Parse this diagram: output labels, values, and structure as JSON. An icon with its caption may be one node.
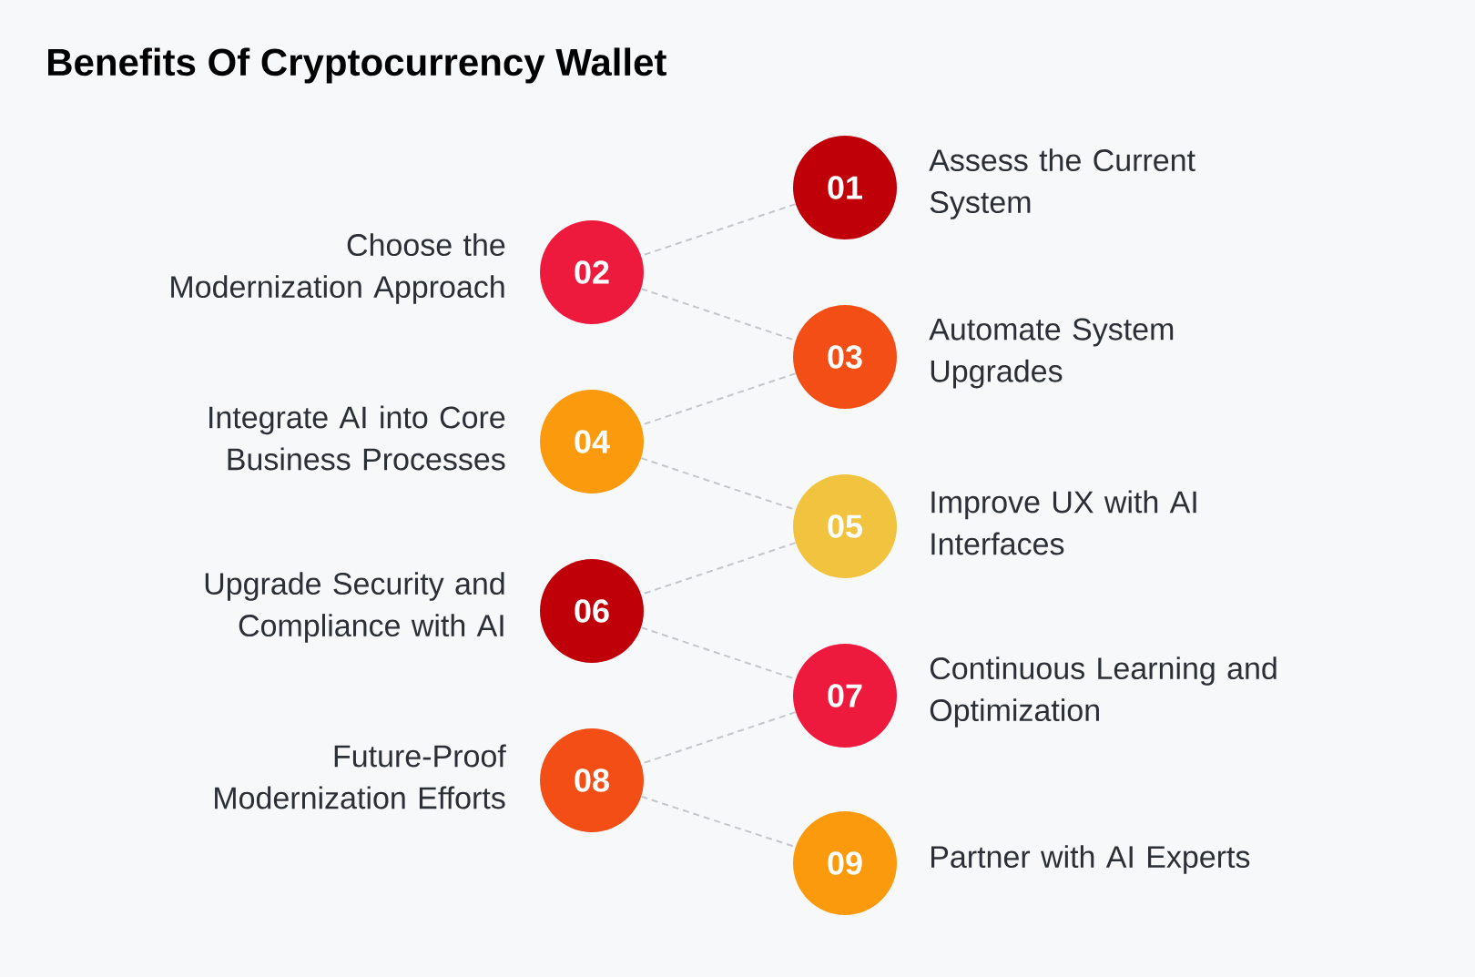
{
  "diagram": {
    "title": "Benefits Of Cryptocurrency Wallet",
    "nodes": [
      {
        "text": [
          "01"
        ],
        "beside": [
          "Assess the Current System"
        ]
      },
      {
        "text": [
          "02"
        ],
        "beside": [
          "Choose the Modernization Approach"
        ]
      },
      {
        "text": [
          "03"
        ],
        "beside": [
          "Automate System Upgrades"
        ]
      },
      {
        "text": [
          "04"
        ],
        "beside": [
          "Integrate AI into Core Business Processes"
        ]
      },
      {
        "text": [
          "05"
        ],
        "beside": [
          "Improve UX with AI Interfaces"
        ]
      },
      {
        "text": [
          "06"
        ],
        "beside": [
          "Upgrade Security and Compliance with AI"
        ]
      },
      {
        "text": [
          "07"
        ],
        "beside": [
          "Continuous Learning and Optimization"
        ]
      },
      {
        "text": [
          "08"
        ],
        "beside": [
          "Future-Proof Modernization Efforts"
        ]
      },
      {
        "text": [
          "09"
        ],
        "beside": [
          "Partner with AI Experts"
        ]
      }
    ],
    "edges": [
      {
        "from": 0,
        "to": 1,
        "arrow": "none",
        "style": "dashed"
      },
      {
        "from": 1,
        "to": 2,
        "arrow": "none",
        "style": "dashed"
      },
      {
        "from": 2,
        "to": 3,
        "arrow": "none",
        "style": "dashed"
      },
      {
        "from": 3,
        "to": 4,
        "arrow": "none",
        "style": "dashed"
      },
      {
        "from": 4,
        "to": 5,
        "arrow": "none",
        "style": "dashed"
      },
      {
        "from": 5,
        "to": 6,
        "arrow": "none",
        "style": "dashed"
      },
      {
        "from": 6,
        "to": 7,
        "arrow": "none",
        "style": "dashed"
      },
      {
        "from": 7,
        "to": 8,
        "arrow": "none",
        "style": "dashed"
      }
    ]
  }
}
